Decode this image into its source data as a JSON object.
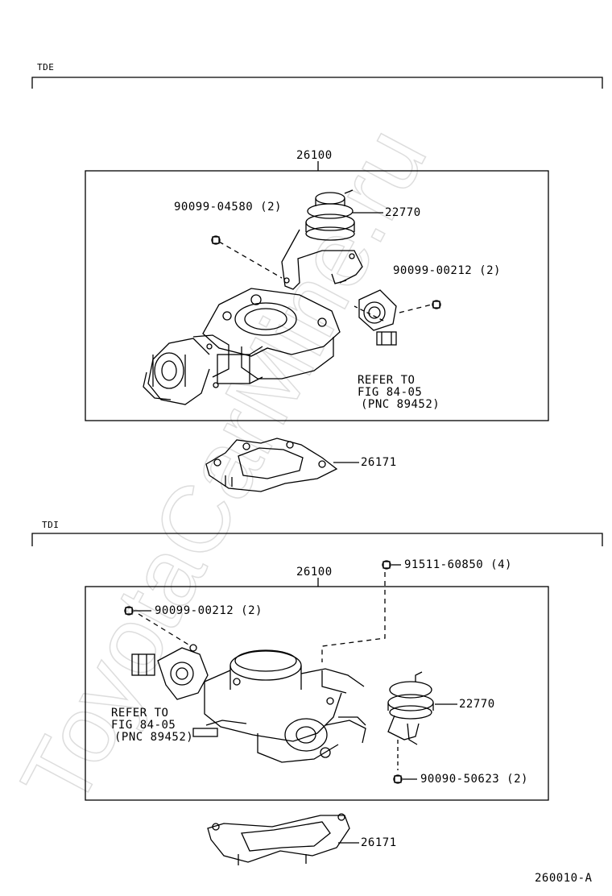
{
  "watermark": "ToyotaCarMine.ru",
  "figure_id": "260010-A",
  "sections": [
    {
      "title": "TDE",
      "assembly": "26100",
      "gasket": "26171",
      "parts": [
        {
          "num": "90099-04580 (2)"
        },
        {
          "num": "22770"
        },
        {
          "num": "90099-00212 (2)"
        }
      ],
      "refer": [
        "REFER TO",
        "FIG 84-05",
        "(PNC 89452)"
      ]
    },
    {
      "title": "TDI",
      "assembly": "26100",
      "gasket": "26171",
      "parts": [
        {
          "num": "91511-60850 (4)"
        },
        {
          "num": "90099-00212 (2)"
        },
        {
          "num": "22770"
        },
        {
          "num": "90090-50623 (2)"
        }
      ],
      "refer": [
        "REFER TO",
        "FIG 84-05",
        "(PNC 89452)"
      ]
    }
  ]
}
